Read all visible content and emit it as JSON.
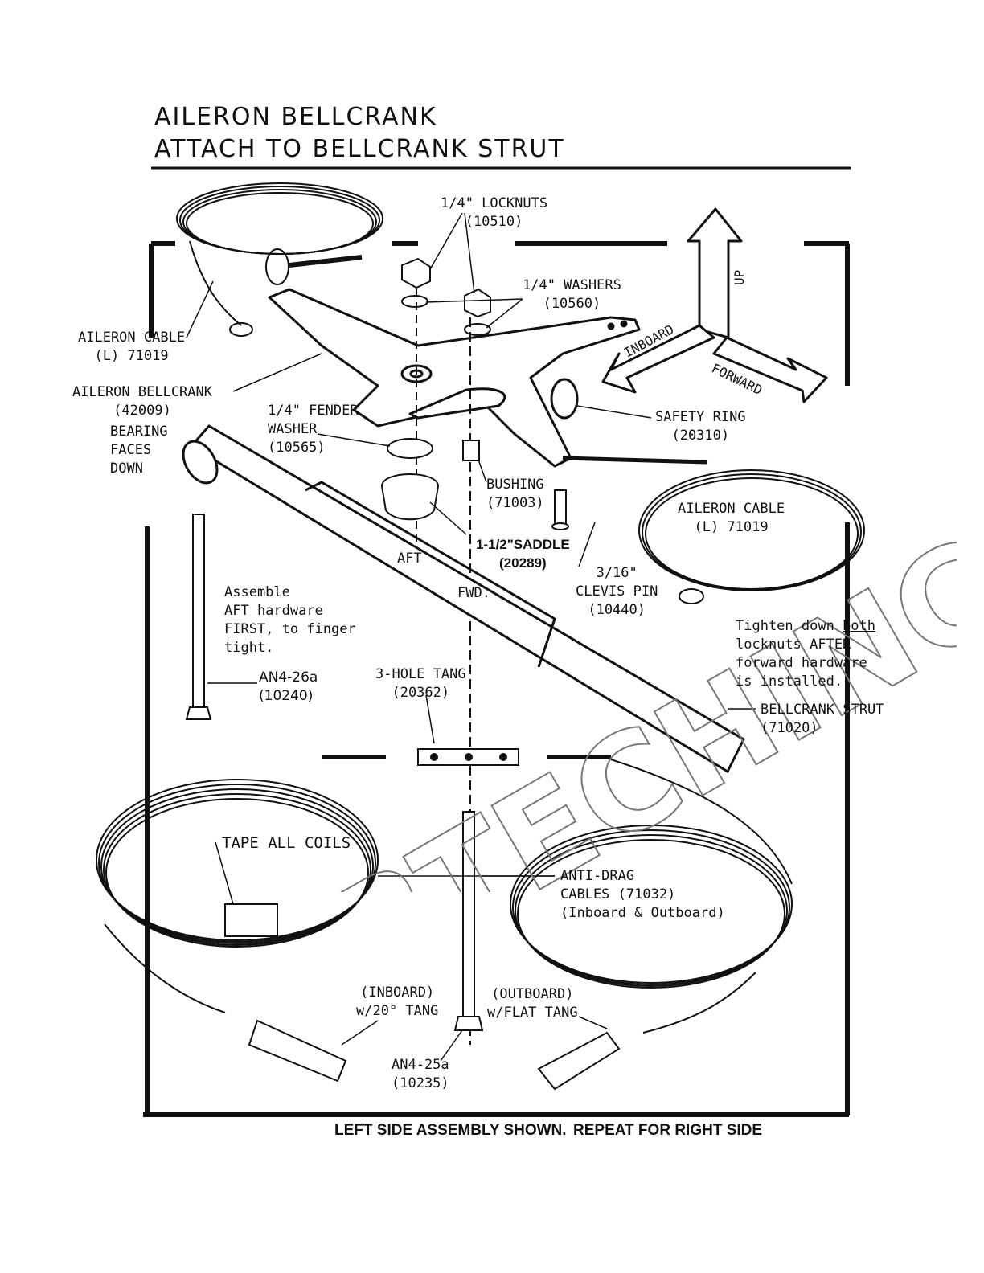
{
  "title": {
    "line1": "AILERON BELLCRANK",
    "line2": "ATTACH TO BELLCRANK STRUT"
  },
  "orientation": {
    "up": "UP",
    "inboard": "INBOARD",
    "forward": "FORWARD"
  },
  "labels": {
    "locknuts": "1/4\" LOCKNUTS\n(10510)",
    "washers": "1/4\" WASHERS\n(10560)",
    "aileron_cable_top": "AILERON CABLE\n(L) 71019",
    "aileron_bellcrank": "AILERON BELLCRANK\n(42009)",
    "bearing_faces": "BEARING\nFACES\nDOWN",
    "fender_washer": "1/4\" FENDER\nWASHER\n(10565)",
    "safety_ring": "SAFETY RING\n(20310)",
    "bushing": "BUSHING\n(71003)",
    "aileron_cable_right": "AILERON CABLE\n(L) 71019",
    "saddle": "1-1/2\"SADDLE\n(20289)",
    "aft": "AFT",
    "fwd": "FWD.",
    "clevis_pin": "3/16\"\nCLEVIS PIN\n(10440)",
    "assemble_note": "Assemble\nAFT hardware\nFIRST, to finger\ntight.",
    "tighten_note_a": "Tighten down ",
    "tighten_note_b": "both",
    "tighten_note_c": "locknuts AFTER\nforward hardware\nis installed.",
    "an4_26a": "AN4-26a\n(10240)",
    "tang": "3-HOLE TANG\n(20362)",
    "bellcrank_strut": "BELLCRANK STRUT\n(71020)",
    "tape_coils": "TAPE ALL COILS",
    "anti_drag": "ANTI-DRAG\nCABLES (71032)\n(Inboard & Outboard)",
    "inboard_tang": "(INBOARD)\nw/20° TANG",
    "outboard_tang": "(OUTBOARD)\nw/FLAT TANG",
    "an4_25a": "AN4-25a\n(10235)"
  },
  "footer": {
    "left": "LEFT SIDE ASSEMBLY SHOWN.",
    "right": "REPEAT FOR RIGHT SIDE"
  },
  "watermark": "AIRTECHINC.COM"
}
